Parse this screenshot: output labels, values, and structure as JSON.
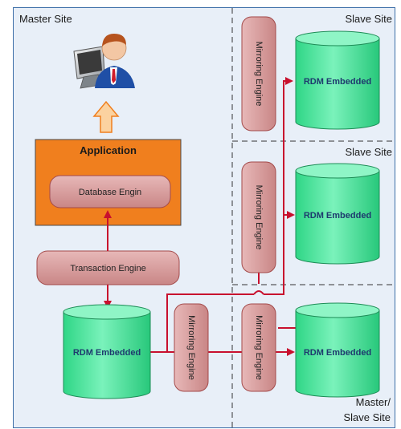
{
  "regions": {
    "master_site": "Master Site",
    "slave_site_1": "Slave Site",
    "slave_site_2": "Slave Site",
    "master_slave_site_line1": "Master/",
    "master_slave_site_line2": "Slave Site"
  },
  "application": {
    "title": "Application",
    "database_engine": "Database Engin"
  },
  "transaction_engine": "Transaction Engine",
  "databases": {
    "master": "RDM Embedded",
    "slave_1": "RDM Embedded",
    "slave_2": "RDM Embedded",
    "master_slave": "RDM Embedded"
  },
  "mirroring": {
    "master": "Mirroring Engine",
    "slave_1": "Mirroring Engine",
    "slave_2": "Mirroring Engine",
    "master_slave": "Mirroring Engine"
  },
  "icons": {
    "user": "user-at-computer-icon",
    "arrow": "up-arrow-icon"
  },
  "colors": {
    "panel_bg": "#e8eff8",
    "panel_border": "#3d6fa8",
    "app_orange": "#f07f1e",
    "engine_fill": "#d49a9a",
    "engine_border": "#a34a4a",
    "db_green": "#44e69a",
    "db_border": "#1d8c56",
    "link_red": "#c8102e",
    "arrow_fill": "#fbd2a0",
    "arrow_stroke": "#f07f1e",
    "db_text": "#1e3a6e"
  }
}
